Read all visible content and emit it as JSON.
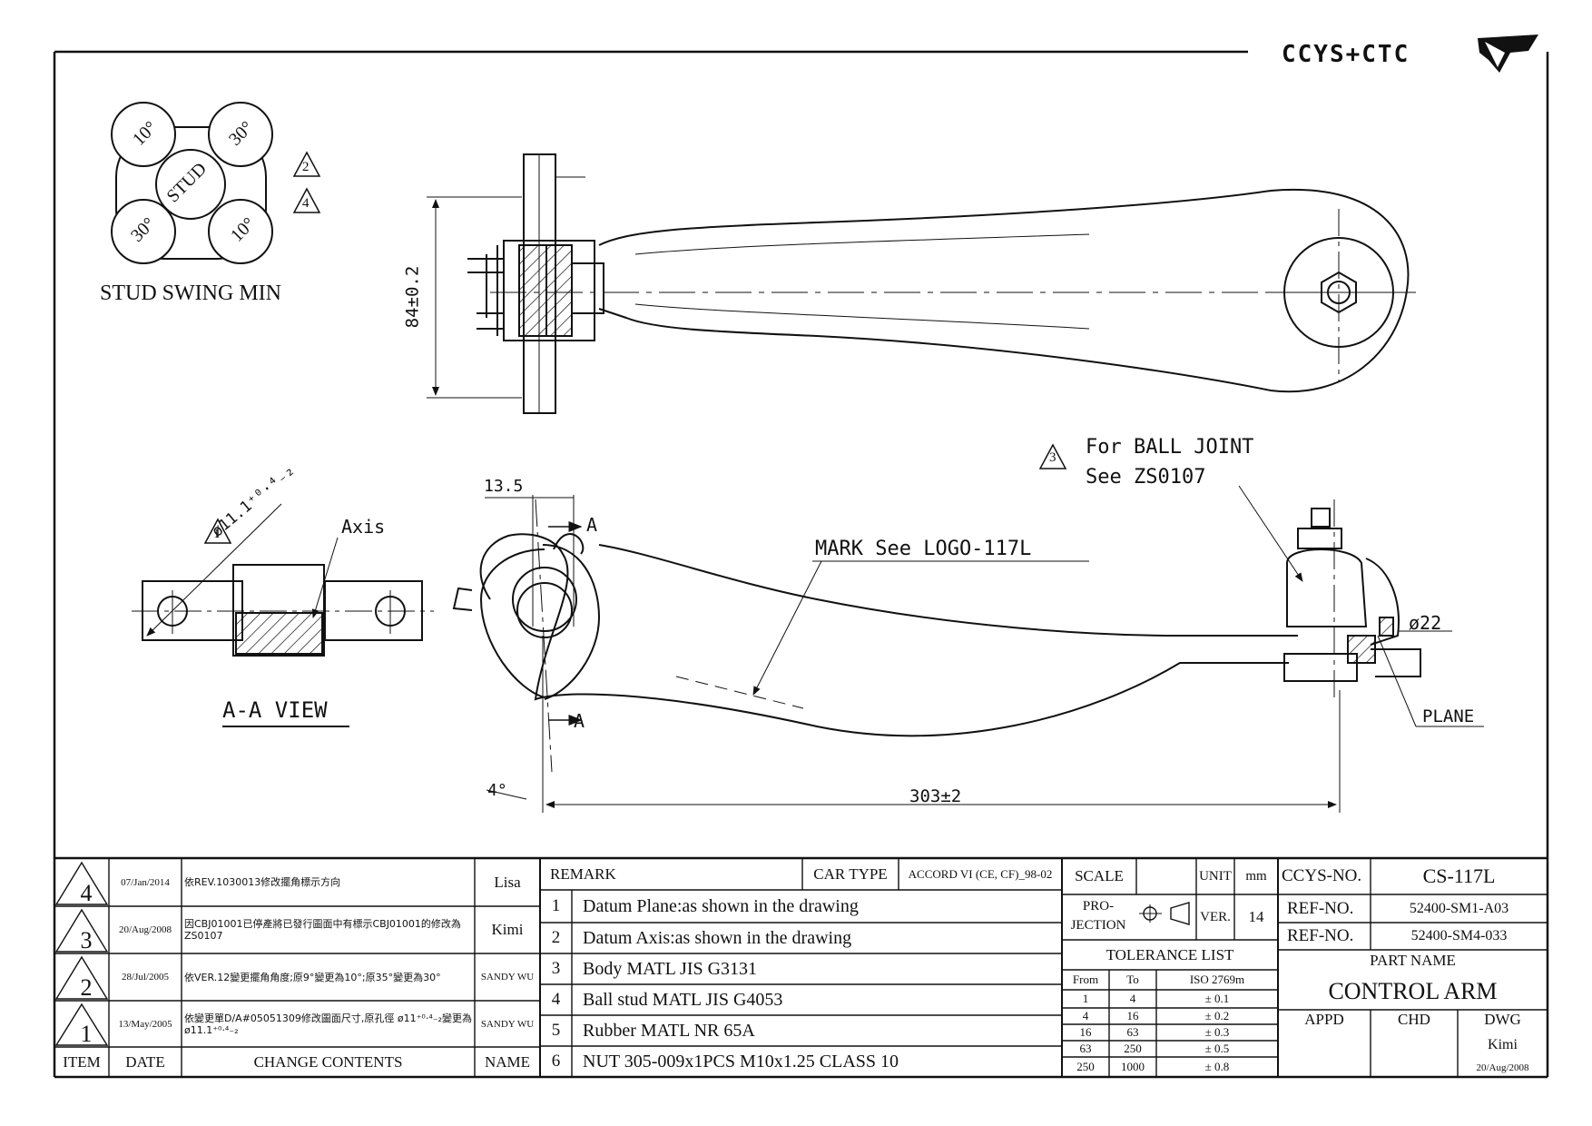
{
  "brand": {
    "logo_text": "CCYS+CTC"
  },
  "stud_swing": {
    "label": "STUD SWING MIN",
    "center": "STUD",
    "angles": [
      "10°",
      "30°",
      "30°",
      "10°"
    ],
    "revision_marks": [
      "2",
      "4"
    ]
  },
  "top_view": {
    "dim_height": "84±0.2"
  },
  "side_view": {
    "dim_13_5": "13.5",
    "section_a": "A",
    "mark_note": "MARK See LOGO-117L",
    "ball_joint_note_rev": "3",
    "ball_joint_note_line1": "For BALL JOINT",
    "ball_joint_note_line2": "See ZS0107",
    "dim_22": "ø22",
    "plane": "PLANE",
    "dim_angle": "4°",
    "dim_length": "303±2"
  },
  "aa_view": {
    "title": "A-A VIEW",
    "axis": "Axis",
    "rev_mark": "1",
    "hole_dim": "ø11.1⁺⁰·⁴₋₂"
  },
  "revisions": {
    "headers": {
      "item": "ITEM",
      "date": "DATE",
      "change": "CHANGE CONTENTS",
      "name": "NAME"
    },
    "rows": [
      {
        "item": "4",
        "date": "07/Jan/2014",
        "change": "依REV.1030013修改擺角標示方向",
        "name": "Lisa"
      },
      {
        "item": "3",
        "date": "20/Aug/2008",
        "change": "因CBJ01001已停產將已發行圖面中有標示CBJ01001的修改為ZS0107",
        "name": "Kimi"
      },
      {
        "item": "2",
        "date": "28/Jul/2005",
        "change": "依VER.12變更擺角角度;原9°變更為10°;原35°變更為30°",
        "name": "SANDY WU"
      },
      {
        "item": "1",
        "date": "13/May/2005",
        "change": "依變更單D/A#05051309修改圖面尺寸,原孔徑 ø11⁺⁰·⁴₋₂變更為ø11.1⁺⁰·⁴₋₂",
        "name": "SANDY WU"
      }
    ]
  },
  "remarks": {
    "header": "REMARK",
    "car_type_label": "CAR TYPE",
    "car_type_value": "ACCORD VI (CE, CF)_98-02",
    "items": [
      {
        "no": "1",
        "text": "Datum Plane:as shown in the drawing"
      },
      {
        "no": "2",
        "text": "Datum Axis:as shown in the drawing"
      },
      {
        "no": "3",
        "text": "Body MATL JIS G3131"
      },
      {
        "no": "4",
        "text": "Ball stud MATL JIS G4053"
      },
      {
        "no": "5",
        "text": "Rubber MATL NR 65A"
      },
      {
        "no": "6",
        "text": "NUT 305-009x1PCS M10x1.25 CLASS 10"
      }
    ]
  },
  "info": {
    "scale_label": "SCALE",
    "scale_value": "",
    "unit_label": "UNIT",
    "unit_value": "mm",
    "projection_label_1": "PRO-",
    "projection_label_2": "JECTION",
    "ver_label": "VER.",
    "ver_value": "14",
    "tolerance_title": "TOLERANCE LIST",
    "tol_headers": [
      "From",
      "To",
      "ISO 2769m"
    ],
    "tol_rows": [
      [
        "1",
        "4",
        "± 0.1"
      ],
      [
        "4",
        "16",
        "± 0.2"
      ],
      [
        "16",
        "63",
        "± 0.3"
      ],
      [
        "63",
        "250",
        "± 0.5"
      ],
      [
        "250",
        "1000",
        "± 0.8"
      ]
    ]
  },
  "title_block": {
    "ccys_no_label": "CCYS-NO.",
    "ccys_no_value": "CS-117L",
    "ref1_label": "REF-NO.",
    "ref1_value": "52400-SM1-A03",
    "ref2_label": "REF-NO.",
    "ref2_value": "52400-SM4-033",
    "part_name_label": "PART NAME",
    "part_name_value": "CONTROL ARM",
    "appd": "APPD",
    "chd": "CHD",
    "dwg": "DWG",
    "dwg_name": "Kimi",
    "dwg_date": "20/Aug/2008"
  }
}
